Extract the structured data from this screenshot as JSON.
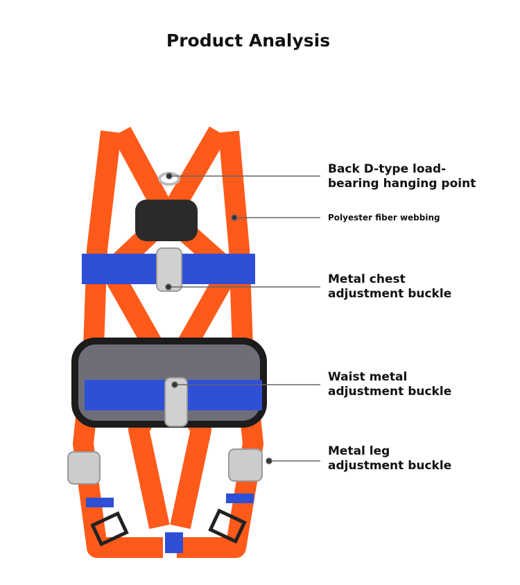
{
  "title": "Product Analysis",
  "callouts": [
    {
      "line1": "Back D-type load-",
      "line2": "bearing hanging point"
    },
    {
      "line1": "Polyester fiber webbing"
    },
    {
      "line1": "Metal chest",
      "line2": "adjustment buckle"
    },
    {
      "line1": "Waist metal",
      "line2": "adjustment buckle"
    },
    {
      "line1": "Metal leg",
      "line2": "adjustment buckle"
    }
  ],
  "colors": {
    "webbing": "#ff5a1a",
    "strap_blue": "#2e4fd6",
    "buckle": "#c9c9c9",
    "pad": "#6e6e78"
  }
}
